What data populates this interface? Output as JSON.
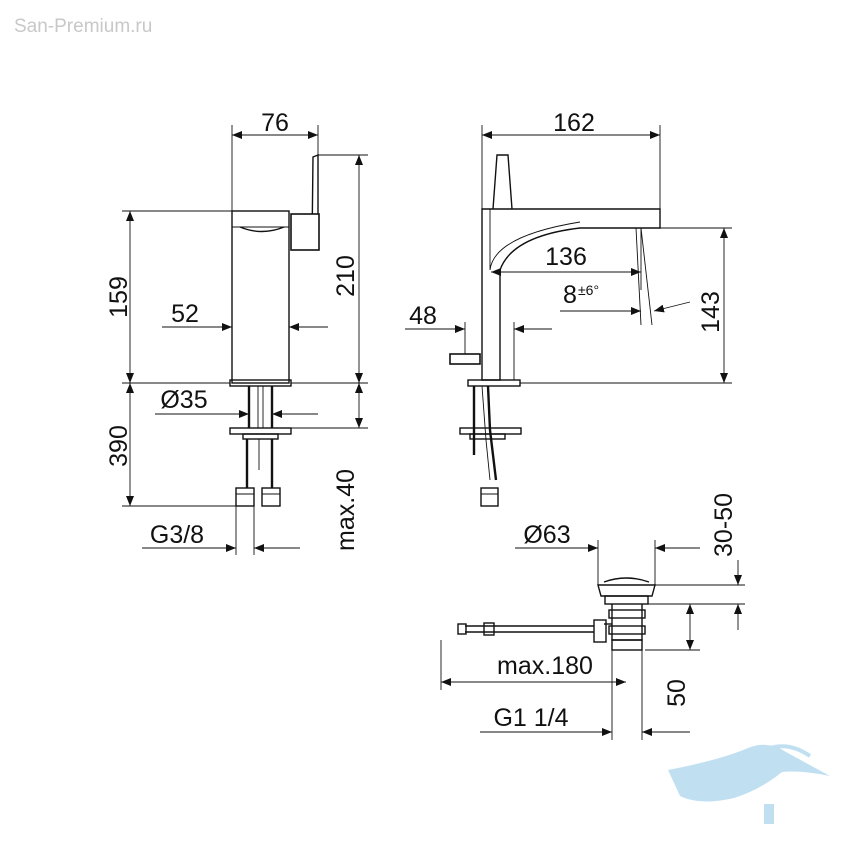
{
  "watermark": "San-Premium.ru",
  "colors": {
    "line": "#111111",
    "watermark_text": "#c8c8c8",
    "logo": "#8ec8e8"
  },
  "logo": {
    "icon": "bathtub-wave-logo"
  },
  "front_view": {
    "width_top": "76",
    "height_total": "210",
    "height_body": "159",
    "body_width": "52",
    "connector_diameter": "Ø35",
    "hose_length": "390",
    "max_thickness": "max.40",
    "thread": "G3/8"
  },
  "side_view": {
    "length": "162",
    "reach": "136",
    "angle_main": "8",
    "angle_tol": "±6°",
    "spout_height": "143",
    "lever_offset": "48"
  },
  "drain_view": {
    "diameter": "Ø63",
    "range": "30-50",
    "max_length": "max.180",
    "height": "50",
    "thread": "G1 1/4"
  }
}
